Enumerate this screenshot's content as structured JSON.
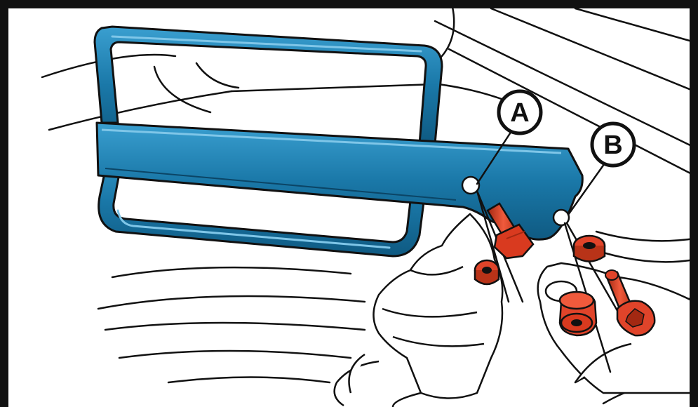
{
  "callouts": {
    "a": {
      "letter": "A"
    },
    "b": {
      "letter": "B"
    }
  },
  "colors": {
    "bracket": "#1a78a8",
    "bracket_dark": "#0f5a82",
    "bracket_light": "#5fb3dc",
    "hardware": "#e0442a",
    "hardware_dark": "#a32812",
    "hardware_light": "#f47a5e",
    "line": "#111111"
  },
  "icons": [
    "bracket-illustration",
    "bolt-icon",
    "washer-icon",
    "nut-icon"
  ]
}
